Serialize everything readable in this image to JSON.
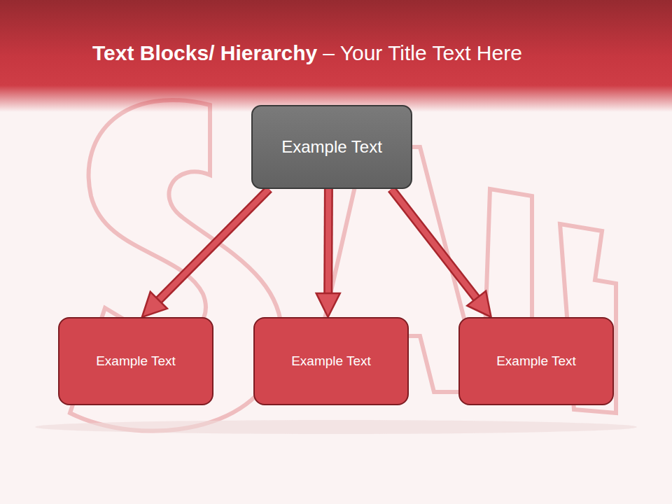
{
  "diagram": {
    "title": "Text Blocks/ Hierarchy",
    "nodes": [
      {
        "text": [
          "Example Text"
        ]
      },
      {
        "text": [
          "Example Text"
        ]
      },
      {
        "text": [
          "Example Text"
        ]
      },
      {
        "text": [
          "Example Text"
        ]
      }
    ],
    "edges": [
      {
        "from": 0,
        "to": 1,
        "arrow": "to"
      },
      {
        "from": 0,
        "to": 2,
        "arrow": "to"
      },
      {
        "from": 0,
        "to": 3,
        "arrow": "to"
      }
    ],
    "labels": [
      "– Your Title Text Here"
    ]
  }
}
